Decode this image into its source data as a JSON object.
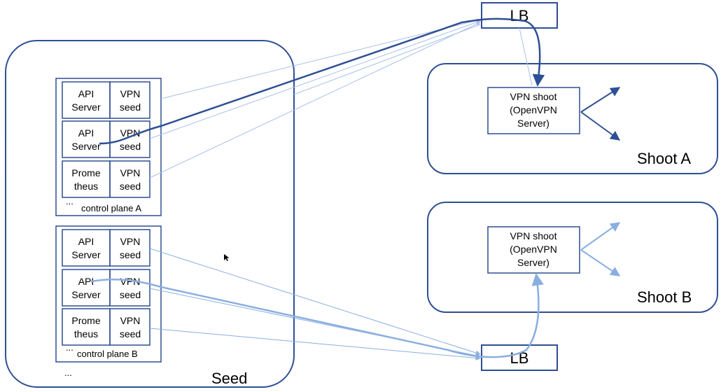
{
  "seed": {
    "label": "Seed",
    "control_plane_a": {
      "label": "control plane A",
      "ellipsis": "...",
      "rows": [
        {
          "left": [
            "API",
            "Server"
          ],
          "right": [
            "VPN",
            "seed"
          ]
        },
        {
          "left": [
            "API",
            "Server"
          ],
          "right": [
            "VPN",
            "seed"
          ]
        },
        {
          "left": [
            "Prome",
            "theus"
          ],
          "right": [
            "VPN",
            "seed"
          ]
        }
      ]
    },
    "control_plane_b": {
      "label": "control plane B",
      "ellipsis": "...",
      "rows": [
        {
          "left": [
            "API",
            "Server"
          ],
          "right": [
            "VPN",
            "seed"
          ]
        },
        {
          "left": [
            "API",
            "Server"
          ],
          "right": [
            "VPN",
            "seed"
          ]
        },
        {
          "left": [
            "Prome",
            "theus"
          ],
          "right": [
            "VPN",
            "seed"
          ]
        }
      ]
    },
    "more": "..."
  },
  "lb_top": {
    "label": "LB"
  },
  "lb_bottom": {
    "label": "LB"
  },
  "shoot_a": {
    "label": "Shoot A",
    "vpn": [
      "VPN shoot",
      "(OpenVPN",
      "Server)"
    ]
  },
  "shoot_b": {
    "label": "Shoot B",
    "vpn": [
      "VPN shoot",
      "(OpenVPN",
      "Server)"
    ]
  },
  "colors": {
    "dark_blue": "#2f4f94",
    "light_blue": "#8aaee0",
    "faint_blue": "#a9c0e8"
  }
}
